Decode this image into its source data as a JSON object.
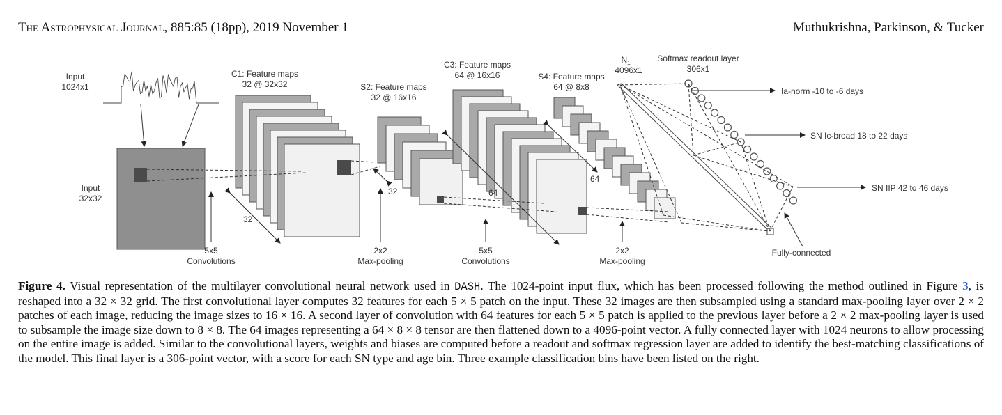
{
  "header": {
    "journal": "The Astrophysical Journal",
    "citation": ", 885:85 (18pp), 2019 November 1",
    "authors": "Muthukrishna, Parkinson, & Tucker"
  },
  "figure": {
    "input_flux_label": [
      "Input",
      "1024x1"
    ],
    "input_grid_label": [
      "Input",
      "32x32"
    ],
    "c1_label": [
      "C1: Feature maps",
      "32 @ 32x32"
    ],
    "s2_label": [
      "S2: Feature maps",
      "32 @ 16x16"
    ],
    "c3_label": [
      "C3: Feature maps",
      "64 @ 16x16"
    ],
    "s4_label": [
      "S4: Feature maps",
      "64 @ 8x8"
    ],
    "n1_label": [
      "N",
      "1",
      "4096x1"
    ],
    "softmax_label": [
      "Softmax readout layer",
      "306x1"
    ],
    "op1": [
      "5x5",
      "Convolutions"
    ],
    "op2": [
      "2x2",
      "Max-pooling"
    ],
    "op3": [
      "5x5",
      "Convolutions"
    ],
    "op4": [
      "2x2",
      "Max-pooling"
    ],
    "fc_label": "Fully-connected",
    "dim_32a": "32",
    "dim_32b": "32",
    "dim_64a": "64",
    "dim_64b": "64",
    "outputs": [
      "Ia-norm -10 to -6 days",
      "SN Ic-broad 18 to 22 days",
      "SN IIP 42 to 46 days"
    ]
  },
  "caption": {
    "fig_label": "Figure 4.",
    "t1": " Visual representation of the multilayer convolutional neural network used in ",
    "code": "DASH",
    "t2": ". The 1024-point input flux, which has been processed following the method outlined in Figure ",
    "ref": "3",
    "t3": ", is reshaped into a 32 × 32 grid. The first convolutional layer computes 32 features for each 5 × 5 patch on the input. These 32 images are then subsampled using a standard max-pooling layer over 2 × 2 patches of each image, reducing the image sizes to 16 × 16. A second layer of convolution with 64 features for each 5 × 5 patch is applied to the previous layer before a 2 × 2 max-pooling layer is used to subsample the image size down to 8 × 8. The 64 images representing a 64 × 8 × 8 tensor are then flattened down to a 4096-point vector. A fully connected layer with 1024 neurons to allow processing on the entire image is added. Similar to the convolutional layers, weights and biases are computed before a readout and softmax regression layer are added to identify the best-matching classifications of the model. This final layer is a 306-point vector, with a score for each SN type and age bin. Three example classification bins have been listed on the right."
  }
}
